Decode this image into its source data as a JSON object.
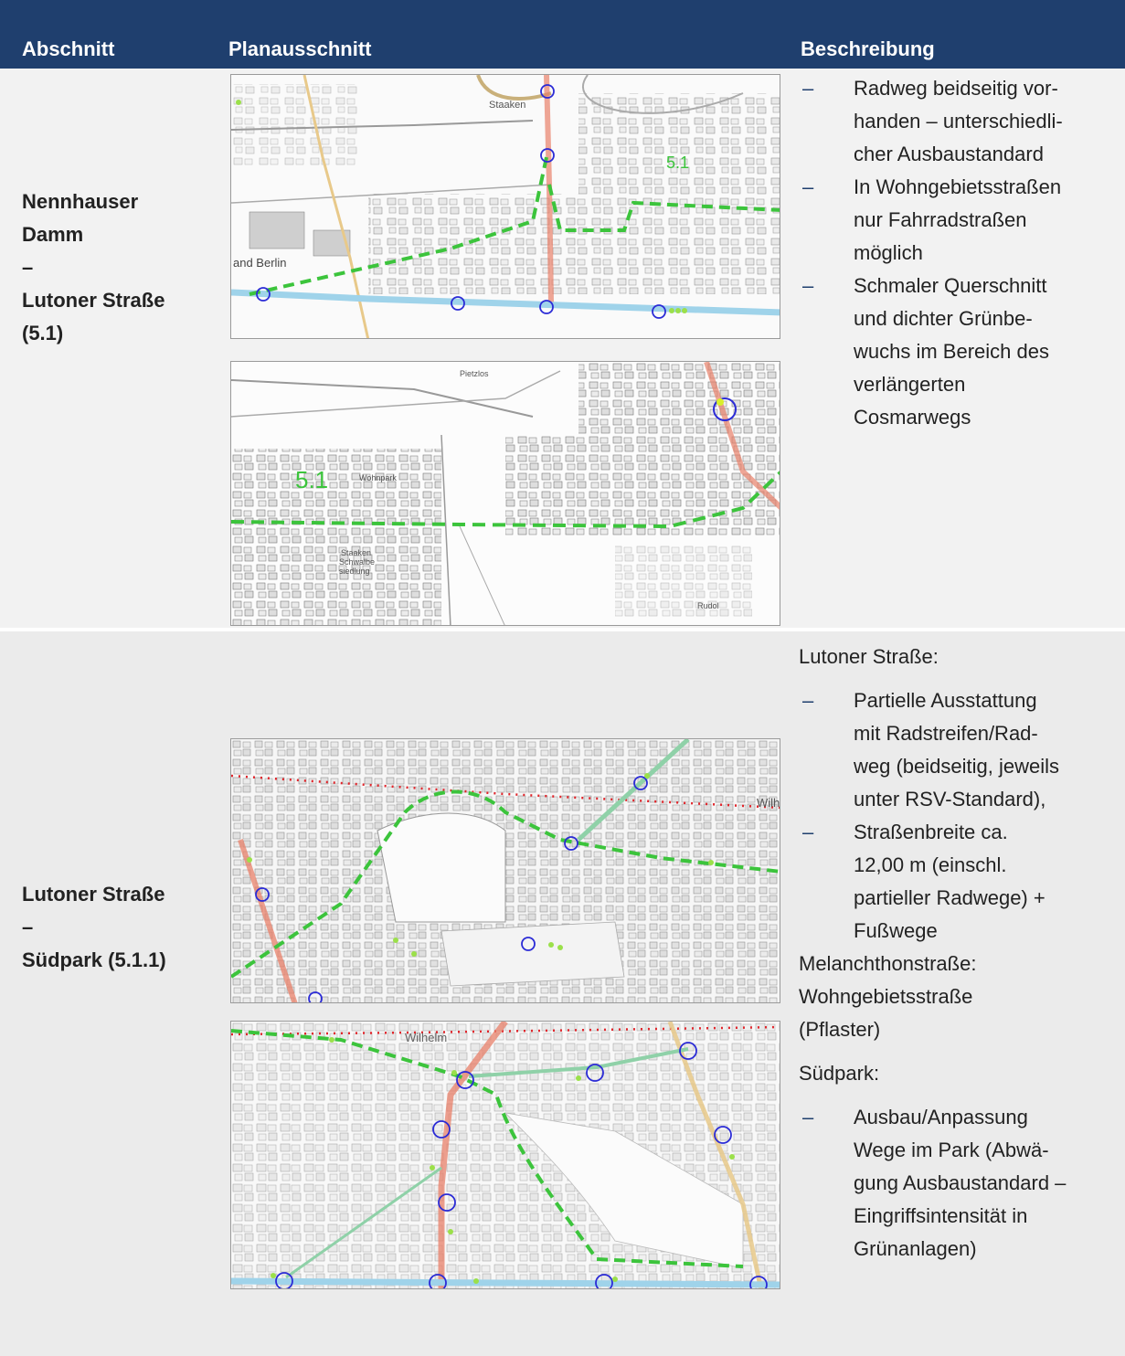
{
  "header": {
    "col1": "Abschnitt",
    "col2": "Planausschnitt",
    "col3": "Beschreibung"
  },
  "rows": [
    {
      "section_lines": [
        "Nennhauser",
        "Damm",
        "–",
        "Lutoner Straße",
        "(5.1)"
      ],
      "map_labels": {
        "staaken": "Staaken",
        "berlin": "and Berlin",
        "route": "5.1",
        "pietzlos": "Pietzlos",
        "staaken2": "Staaken",
        "schwalbe": "Schwalbe",
        "siedlung": "siedlung",
        "wohnpark": "Wohnpark",
        "rudol": "Rudol"
      },
      "desc_lines": [
        {
          "type": "bullet",
          "lines": [
            "Radweg beidseitig vor-",
            "handen – unterschiedli-",
            "cher Ausbaustandard"
          ]
        },
        {
          "type": "bullet",
          "lines": [
            "In Wohngebietsstraßen",
            "nur Fahrradstraßen",
            "möglich"
          ]
        },
        {
          "type": "bullet",
          "lines": [
            "Schmaler Querschnitt",
            "und dichter Grünbe-",
            "wuchs im Bereich des",
            "verlängerten",
            "Cosmarwegs"
          ]
        }
      ]
    },
    {
      "section_lines": [
        "Lutoner Straße",
        "–",
        "Südpark (5.1.1)"
      ],
      "map_labels": {
        "wilh": "Wilh",
        "wilhelm": "Wilhelm"
      },
      "desc_lines": [
        {
          "type": "plain",
          "lines": [
            "Lutoner Straße:"
          ]
        },
        {
          "type": "bullet",
          "lines": [
            "Partielle Ausstattung",
            "mit Radstreifen/Rad-",
            "weg (beidseitig, jeweils",
            "unter RSV-Standard),"
          ]
        },
        {
          "type": "bullet",
          "lines": [
            "Straßenbreite ca.",
            "12,00 m (einschl.",
            "partieller Radwege) +",
            "Fußwege"
          ]
        },
        {
          "type": "plain",
          "lines": [
            "Melanchthonstraße:",
            "Wohngebietsstraße",
            "(Pflaster)"
          ]
        },
        {
          "type": "gap"
        },
        {
          "type": "plain",
          "lines": [
            "Südpark:"
          ]
        },
        {
          "type": "bullet",
          "lines": [
            "Ausbau/Anpassung",
            "Wege im Park (Abwä-",
            "gung Ausbaustandard –",
            "Eingriffsintensität in",
            "Grünanlagen)"
          ]
        }
      ]
    }
  ],
  "colors": {
    "header_bg": "#1f3f6e",
    "route_green": "#3cc43c",
    "road_red": "#e8806a",
    "canal_blue": "#9fd3ea",
    "node_blue": "#2b2bd6"
  },
  "bullet_symbol": "–"
}
